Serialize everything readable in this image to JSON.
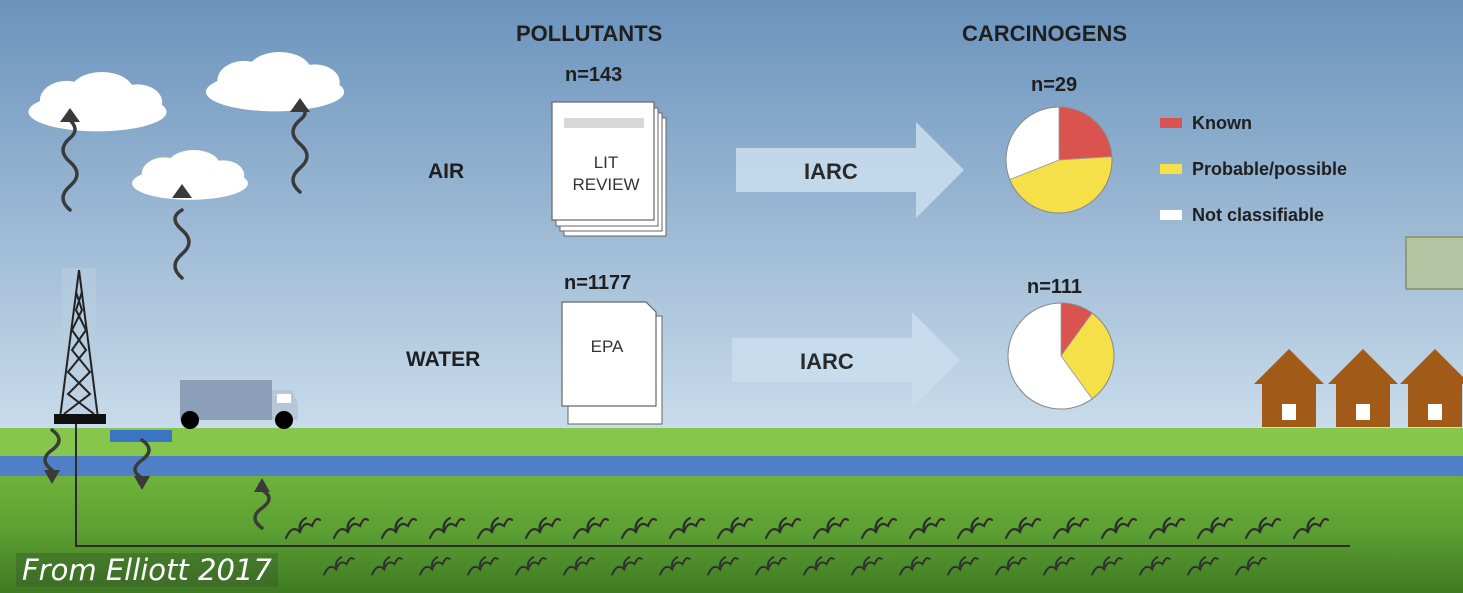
{
  "headers": {
    "pollutants": "POLLUTANTS",
    "carcinogens": "CARCINOGENS"
  },
  "rows": {
    "air": {
      "label": "AIR",
      "pollutant_count": "n=143",
      "source_doc_line1": "LIT",
      "source_doc_line2": "REVIEW",
      "arrow_label": "IARC",
      "carcinogen_count": "n=29",
      "pie": {
        "known": 0.24,
        "probable_possible": 0.45,
        "not_classifiable": 0.31
      }
    },
    "water": {
      "label": "WATER",
      "pollutant_count": "n=1177",
      "source_doc_line1": "EPA",
      "arrow_label": "IARC",
      "carcinogen_count": "n=111",
      "pie": {
        "known": 0.1,
        "probable_possible": 0.3,
        "not_classifiable": 0.6
      }
    }
  },
  "legend": [
    {
      "label": "Known",
      "color": "#d9534f"
    },
    {
      "label": "Probable/possible",
      "color": "#f6e04a"
    },
    {
      "label": "Not classifiable",
      "color": "#ffffff"
    }
  ],
  "colors": {
    "sky_top": "#6b93bc",
    "sky_bottom": "#c9dceb",
    "grass": "#7cbf3f",
    "river": "#4f7fc7",
    "house": "#a25a18",
    "truck": "#8c9fb9"
  },
  "credit": "From Elliott 2017"
}
